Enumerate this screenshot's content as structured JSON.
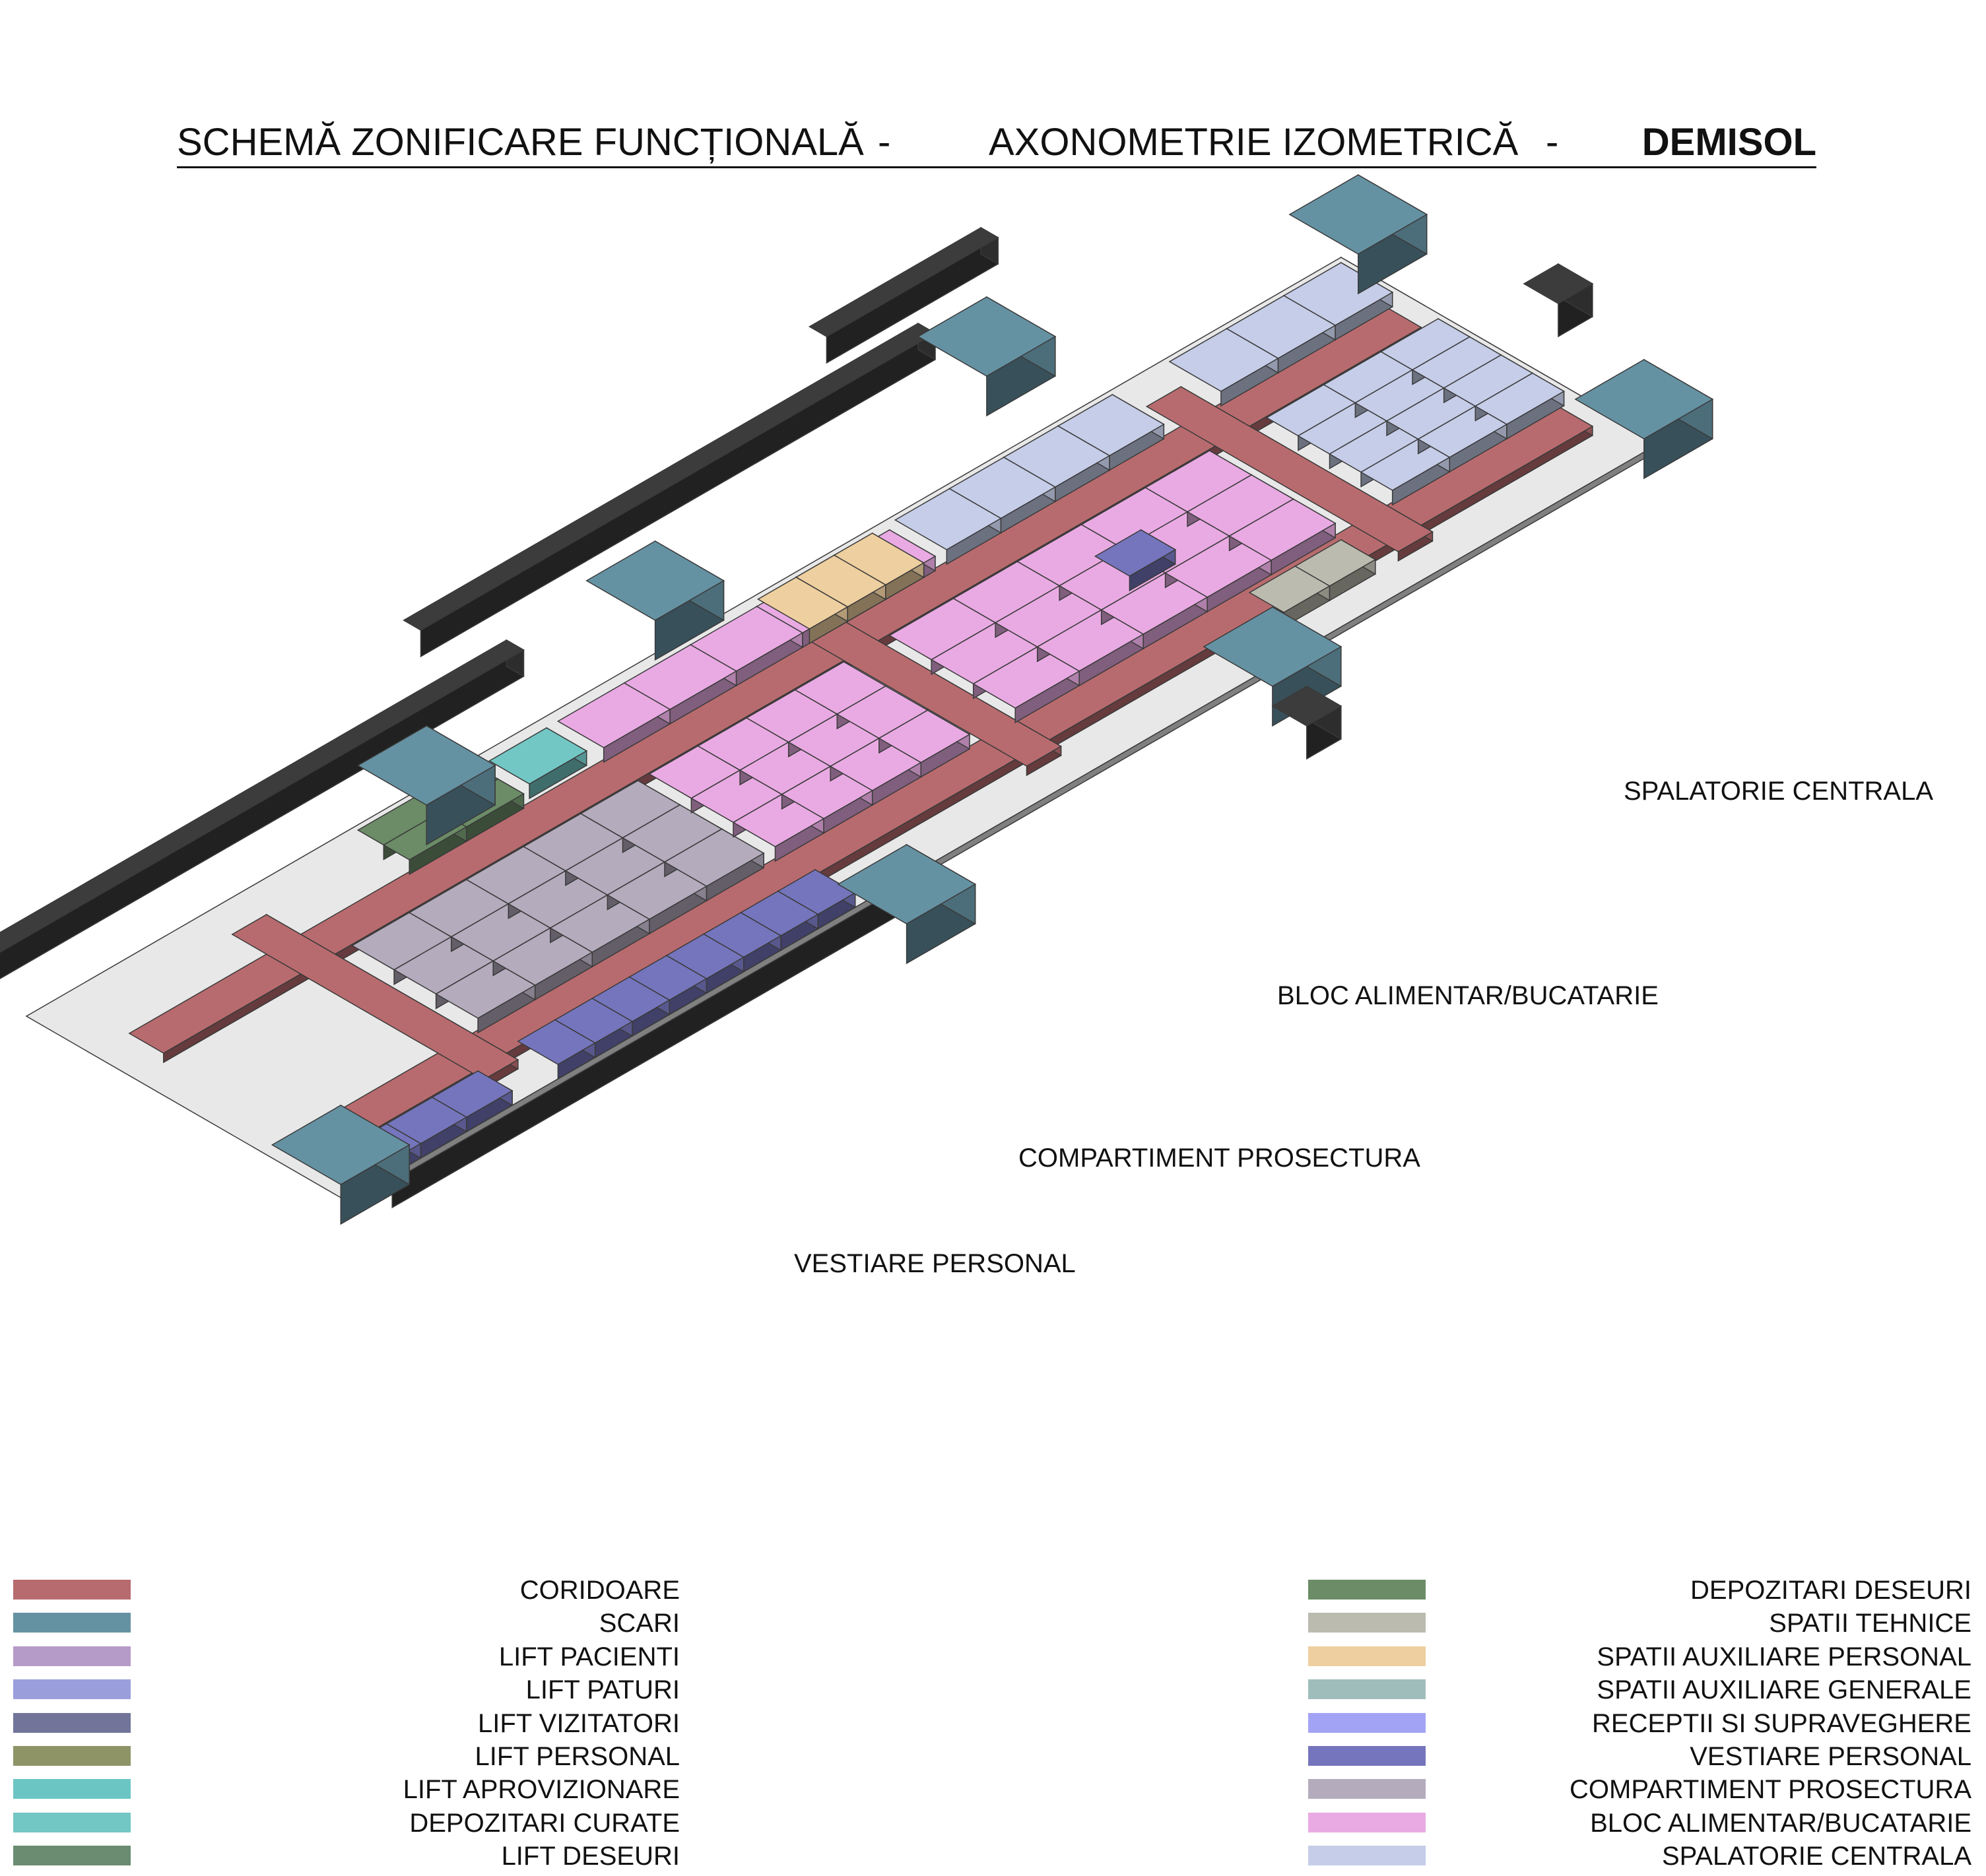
{
  "title": {
    "part1": "SCHEMĂ ZONIFICARE FUNCȚIONALĂ",
    "separator1": "-",
    "part2": "AXONOMETRIE IZOMETRICĂ",
    "separator2": "-",
    "part3": "DEMISOL"
  },
  "labels": {
    "spalatorie": "SPALATORIE CENTRALA",
    "bloc_alimentar": "BLOC ALIMENTAR/BUCATARIE",
    "prosectura": "COMPARTIMENT PROSECTURA",
    "vestiare": "VESTIARE PERSONAL"
  },
  "legend": {
    "left": [
      {
        "label": "CORIDOARE",
        "color": "#b86b6e"
      },
      {
        "label": "SCARI",
        "color": "#6592a3"
      },
      {
        "label": "LIFT PACIENTI",
        "color": "#b59bc8"
      },
      {
        "label": "LIFT PATURI",
        "color": "#9a9fdc"
      },
      {
        "label": "LIFT VIZITATORI",
        "color": "#727599"
      },
      {
        "label": "LIFT PERSONAL",
        "color": "#8e9466"
      },
      {
        "label": "LIFT APROVIZIONARE",
        "color": "#6bc6c3"
      },
      {
        "label": "DEPOZITARI CURATE",
        "color": "#72c7c5"
      },
      {
        "label": "LIFT DESEURI",
        "color": "#6b8c70"
      }
    ],
    "right": [
      {
        "label": "DEPOZITARI DESEURI",
        "color": "#6b8c66"
      },
      {
        "label": "SPATII TEHNICE",
        "color": "#bcbbaf"
      },
      {
        "label": "SPATII AUXILIARE PERSONAL",
        "color": "#eecf9f"
      },
      {
        "label": "SPATII AUXILIARE GENERALE",
        "color": "#9fbdbb"
      },
      {
        "label": "RECEPTII SI SUPRAVEGHERE",
        "color": "#a3a3f5"
      },
      {
        "label": "VESTIARE PERSONAL",
        "color": "#7575bd"
      },
      {
        "label": "COMPARTIMENT PROSECTURA",
        "color": "#b4abbd"
      },
      {
        "label": "BLOC ALIMENTAR/BUCATARIE",
        "color": "#e9aae3"
      },
      {
        "label": "SPALATORIE CENTRALA",
        "color": "#c5cde8"
      }
    ]
  }
}
